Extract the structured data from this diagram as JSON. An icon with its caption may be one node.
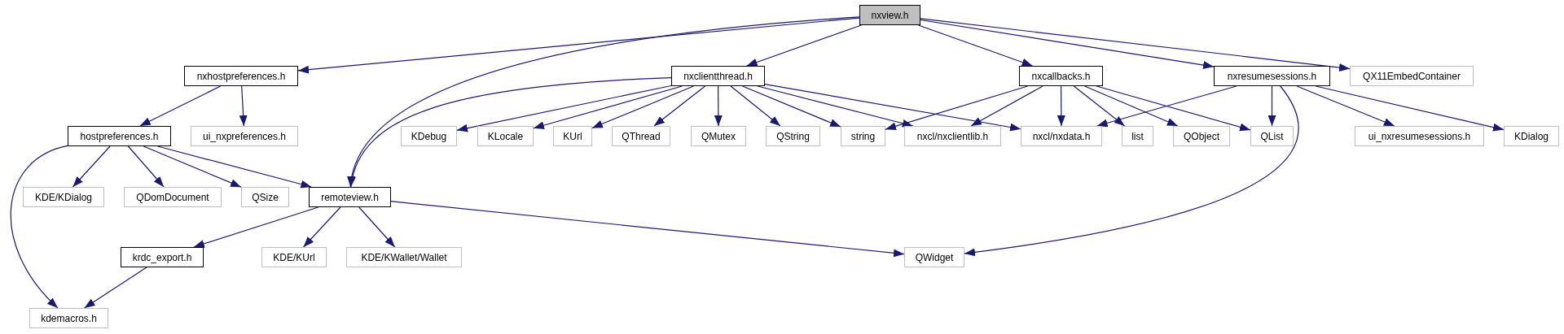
{
  "diagram": {
    "nodes": [
      {
        "text": [
          "nxview.h"
        ]
      },
      {
        "text": [
          "nxhostpreferences.h"
        ]
      },
      {
        "text": [
          "nxclientthread.h"
        ]
      },
      {
        "text": [
          "nxcallbacks.h"
        ]
      },
      {
        "text": [
          "nxresumesessions.h"
        ]
      },
      {
        "text": [
          "QX11EmbedContainer"
        ]
      },
      {
        "text": [
          "hostpreferences.h"
        ]
      },
      {
        "text": [
          "ui_nxpreferences.h"
        ]
      },
      {
        "text": [
          "KDebug"
        ]
      },
      {
        "text": [
          "KLocale"
        ]
      },
      {
        "text": [
          "KUrl"
        ]
      },
      {
        "text": [
          "QThread"
        ]
      },
      {
        "text": [
          "QMutex"
        ]
      },
      {
        "text": [
          "QString"
        ]
      },
      {
        "text": [
          "string"
        ]
      },
      {
        "text": [
          "nxcl/nxclientlib.h"
        ]
      },
      {
        "text": [
          "nxcl/nxdata.h"
        ]
      },
      {
        "text": [
          "list"
        ]
      },
      {
        "text": [
          "QObject"
        ]
      },
      {
        "text": [
          "QList"
        ]
      },
      {
        "text": [
          "ui_nxresumesessions.h"
        ]
      },
      {
        "text": [
          "KDialog"
        ]
      },
      {
        "text": [
          "KDE/KDialog"
        ]
      },
      {
        "text": [
          "QDomDocument"
        ]
      },
      {
        "text": [
          "QSize"
        ]
      },
      {
        "text": [
          "remoteview.h"
        ]
      },
      {
        "text": [
          "krdc_export.h"
        ]
      },
      {
        "text": [
          "KDE/KUrl"
        ]
      },
      {
        "text": [
          "KDE/KWallet/Wallet"
        ]
      },
      {
        "text": [
          "QWidget"
        ]
      },
      {
        "text": [
          "kdemacros.h"
        ]
      }
    ],
    "edges": [
      {
        "from": 0,
        "to": 1,
        "arrow": "to"
      },
      {
        "from": 0,
        "to": 25,
        "arrow": "to"
      },
      {
        "from": 0,
        "to": 2,
        "arrow": "to"
      },
      {
        "from": 0,
        "to": 3,
        "arrow": "to"
      },
      {
        "from": 0,
        "to": 4,
        "arrow": "to"
      },
      {
        "from": 0,
        "to": 5,
        "arrow": "to"
      },
      {
        "from": 1,
        "to": 6,
        "arrow": "to"
      },
      {
        "from": 1,
        "to": 7,
        "arrow": "to"
      },
      {
        "from": 6,
        "to": 30,
        "arrow": "to"
      },
      {
        "from": 6,
        "to": 22,
        "arrow": "to"
      },
      {
        "from": 6,
        "to": 23,
        "arrow": "to"
      },
      {
        "from": 6,
        "to": 24,
        "arrow": "to"
      },
      {
        "from": 6,
        "to": 25,
        "arrow": "to"
      },
      {
        "from": 25,
        "to": 26,
        "arrow": "to"
      },
      {
        "from": 25,
        "to": 27,
        "arrow": "to"
      },
      {
        "from": 25,
        "to": 28,
        "arrow": "to"
      },
      {
        "from": 25,
        "to": 29,
        "arrow": "to"
      },
      {
        "from": 26,
        "to": 30,
        "arrow": "to"
      },
      {
        "from": 2,
        "to": 25,
        "arrow": "to"
      },
      {
        "from": 2,
        "to": 8,
        "arrow": "to"
      },
      {
        "from": 2,
        "to": 9,
        "arrow": "to"
      },
      {
        "from": 2,
        "to": 10,
        "arrow": "to"
      },
      {
        "from": 2,
        "to": 11,
        "arrow": "to"
      },
      {
        "from": 2,
        "to": 12,
        "arrow": "to"
      },
      {
        "from": 2,
        "to": 13,
        "arrow": "to"
      },
      {
        "from": 2,
        "to": 14,
        "arrow": "to"
      },
      {
        "from": 2,
        "to": 15,
        "arrow": "to"
      },
      {
        "from": 2,
        "to": 16,
        "arrow": "to"
      },
      {
        "from": 3,
        "to": 14,
        "arrow": "to"
      },
      {
        "from": 3,
        "to": 15,
        "arrow": "to"
      },
      {
        "from": 3,
        "to": 16,
        "arrow": "to"
      },
      {
        "from": 3,
        "to": 17,
        "arrow": "to"
      },
      {
        "from": 3,
        "to": 18,
        "arrow": "to"
      },
      {
        "from": 3,
        "to": 19,
        "arrow": "to"
      },
      {
        "from": 4,
        "to": 16,
        "arrow": "to"
      },
      {
        "from": 4,
        "to": 19,
        "arrow": "to"
      },
      {
        "from": 4,
        "to": 29,
        "arrow": "to"
      },
      {
        "from": 4,
        "to": 20,
        "arrow": "to"
      },
      {
        "from": 4,
        "to": 21,
        "arrow": "to"
      }
    ]
  }
}
